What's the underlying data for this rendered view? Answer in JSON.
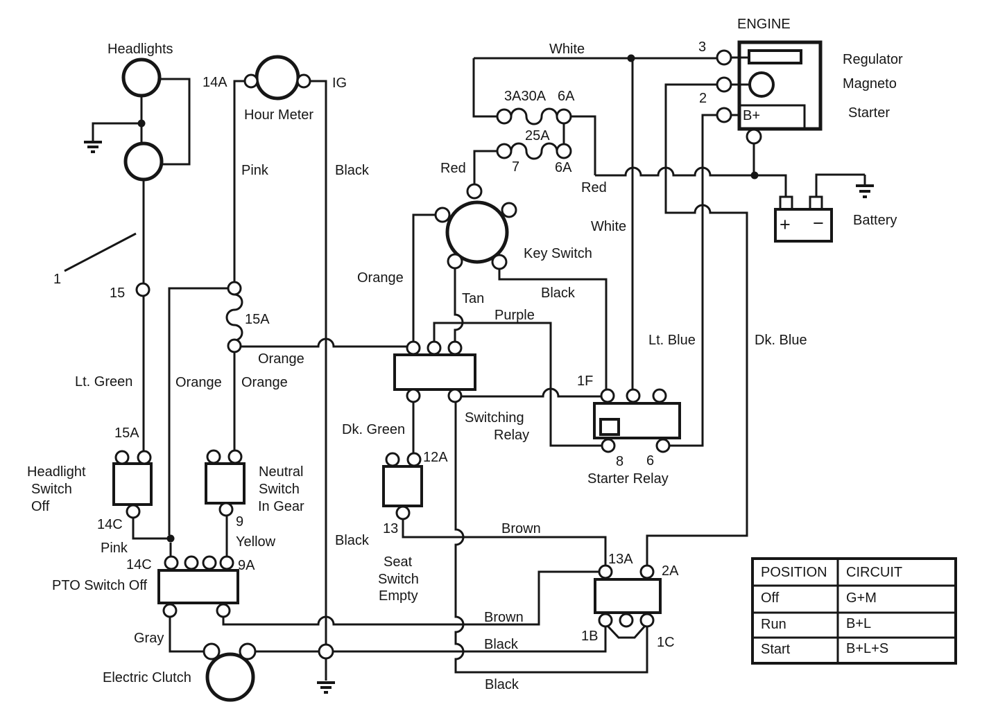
{
  "colors": {
    "ink": "#161616",
    "background": "#ffffff"
  },
  "labels": {
    "headlights": "Headlights",
    "hour_meter": "Hour Meter",
    "wire_14a": "14A",
    "ig": "IG",
    "pink_top": "Pink",
    "black_top": "Black",
    "white_top": "White",
    "fuse_3a_30a": "3A30A",
    "wire_6a_top": "6A",
    "fuse_25a": "25A",
    "wire_7": "7",
    "wire_6a_bottom": "6A",
    "red_left": "Red",
    "red_right": "Red",
    "white_mid": "White",
    "key_switch": "Key Switch",
    "engine": "ENGINE",
    "terminal_3": "3",
    "terminal_2": "2",
    "terminal_b_plus": "B+",
    "regulator": "Regulator",
    "magneto": "Magneto",
    "starter": "Starter",
    "battery": "Battery",
    "battery_plus": "+",
    "battery_minus": "−",
    "orange_key": "Orange",
    "tan": "Tan",
    "purple": "Purple",
    "black_key": "Black",
    "lt_blue": "Lt. Blue",
    "dk_blue": "Dk. Blue",
    "callout_1": "1",
    "wire_15": "15",
    "fuse_15a": "15A",
    "orange_fuse_out": "Orange",
    "lt_green": "Lt. Green",
    "orange_left": "Orange",
    "orange_right": "Orange",
    "wire_15a_switch": "15A",
    "headlight_switch_line1": "Headlight",
    "headlight_switch_line2": "Switch",
    "headlight_switch_line3": "Off",
    "neutral_switch_line1": "Neutral",
    "neutral_switch_line2": "Switch",
    "neutral_switch_line3": "In Gear",
    "wire_14c_upper": "14C",
    "pink_bottom": "Pink",
    "wire_14c_lower": "14C",
    "wire_9": "9",
    "yellow": "Yellow",
    "wire_9a": "9A",
    "pto_switch": "PTO Switch Off",
    "dk_green": "Dk. Green",
    "wire_12a": "12A",
    "switching_relay_line1": "Switching",
    "switching_relay_line2": "Relay",
    "wire_13": "13",
    "seat_switch_line1": "Seat",
    "seat_switch_line2": "Switch",
    "seat_switch_line3": "Empty",
    "black_seat": "Black",
    "wire_1f": "1F",
    "terminal_8": "8",
    "terminal_6": "6",
    "starter_relay": "Starter Relay",
    "brown_upper": "Brown",
    "brown_lower": "Brown",
    "black_lower1": "Black",
    "black_lower2": "Black",
    "wire_13a": "13A",
    "wire_2a": "2A",
    "wire_1b": "1B",
    "wire_1c": "1C",
    "gray": "Gray",
    "electric_clutch": "Electric Clutch"
  },
  "table": {
    "headers": [
      "POSITION",
      "CIRCUIT"
    ],
    "rows": [
      [
        "Off",
        "G+M"
      ],
      [
        "Run",
        "B+L"
      ],
      [
        "Start",
        "B+L+S"
      ]
    ]
  }
}
